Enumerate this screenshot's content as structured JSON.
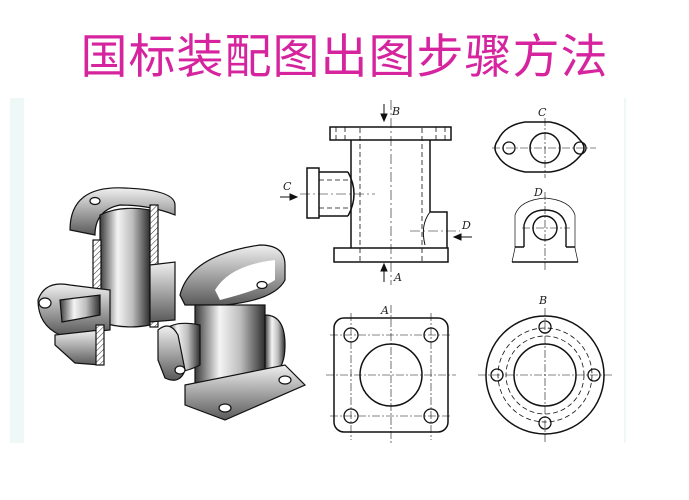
{
  "title": "国标装配图出图步骤方法",
  "colors": {
    "title": "#d6249f",
    "panel_bg": "#eef8f7",
    "line": "#111111",
    "metal_dark": "#3a3a3a",
    "metal_light": "#f2f2f2"
  },
  "figure": {
    "isometric_view": {
      "description": "cutaway isometric of pipe-tee housing and assembled part"
    },
    "front_view": {
      "labels": {
        "top_arrow": "B",
        "bottom_arrow": "A",
        "left_arrow": "C",
        "right_arrow": "D"
      }
    },
    "view_c": {
      "label": "C"
    },
    "view_d": {
      "label": "D"
    },
    "view_a": {
      "label": "A"
    },
    "view_b": {
      "label": "B"
    }
  }
}
